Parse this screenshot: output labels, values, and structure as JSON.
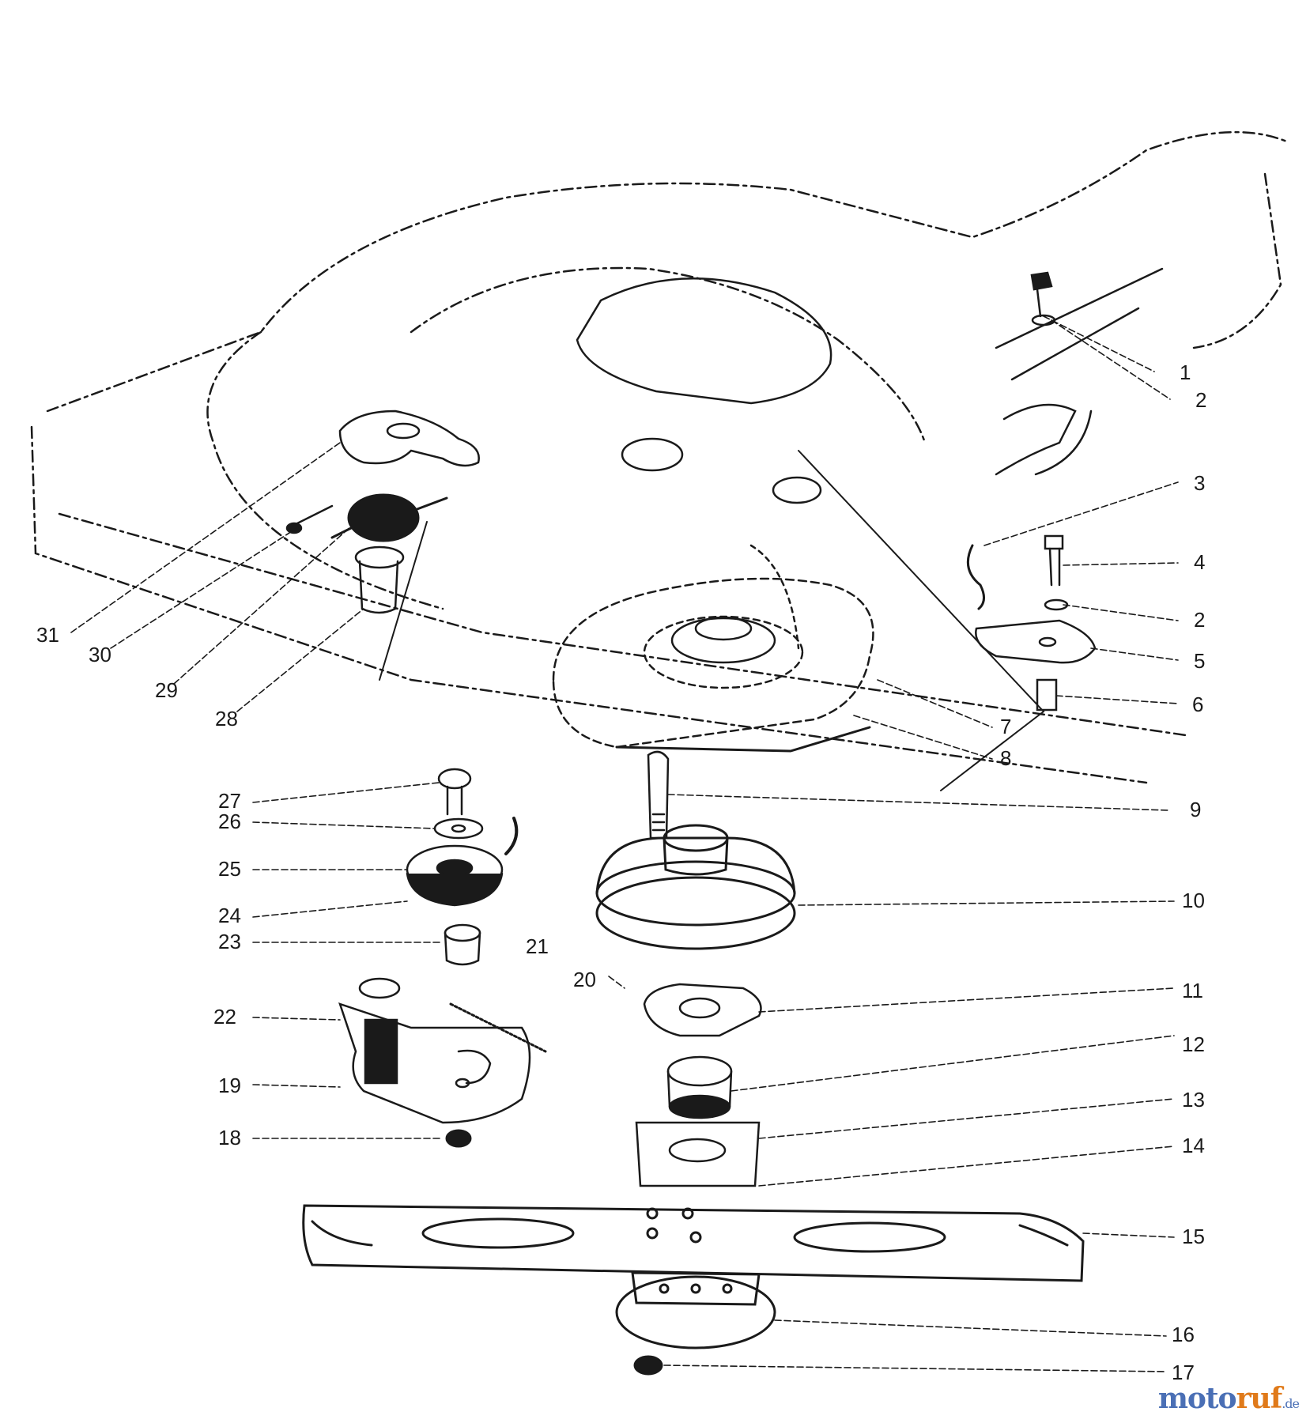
{
  "diagram": {
    "part_numbers": [
      "1",
      "2",
      "3",
      "4",
      "2",
      "5",
      "6",
      "7",
      "8",
      "9",
      "10",
      "11",
      "12",
      "13",
      "14",
      "15",
      "16",
      "17",
      "18",
      "19",
      "20",
      "21",
      "22",
      "23",
      "24",
      "25",
      "26",
      "27",
      "28",
      "29",
      "30",
      "31"
    ],
    "colors": {
      "ink": "#1a1a1a",
      "paper": "#ffffff"
    }
  },
  "watermark": {
    "part1": "moto",
    "part2": "ruf",
    "part3": ".de"
  }
}
